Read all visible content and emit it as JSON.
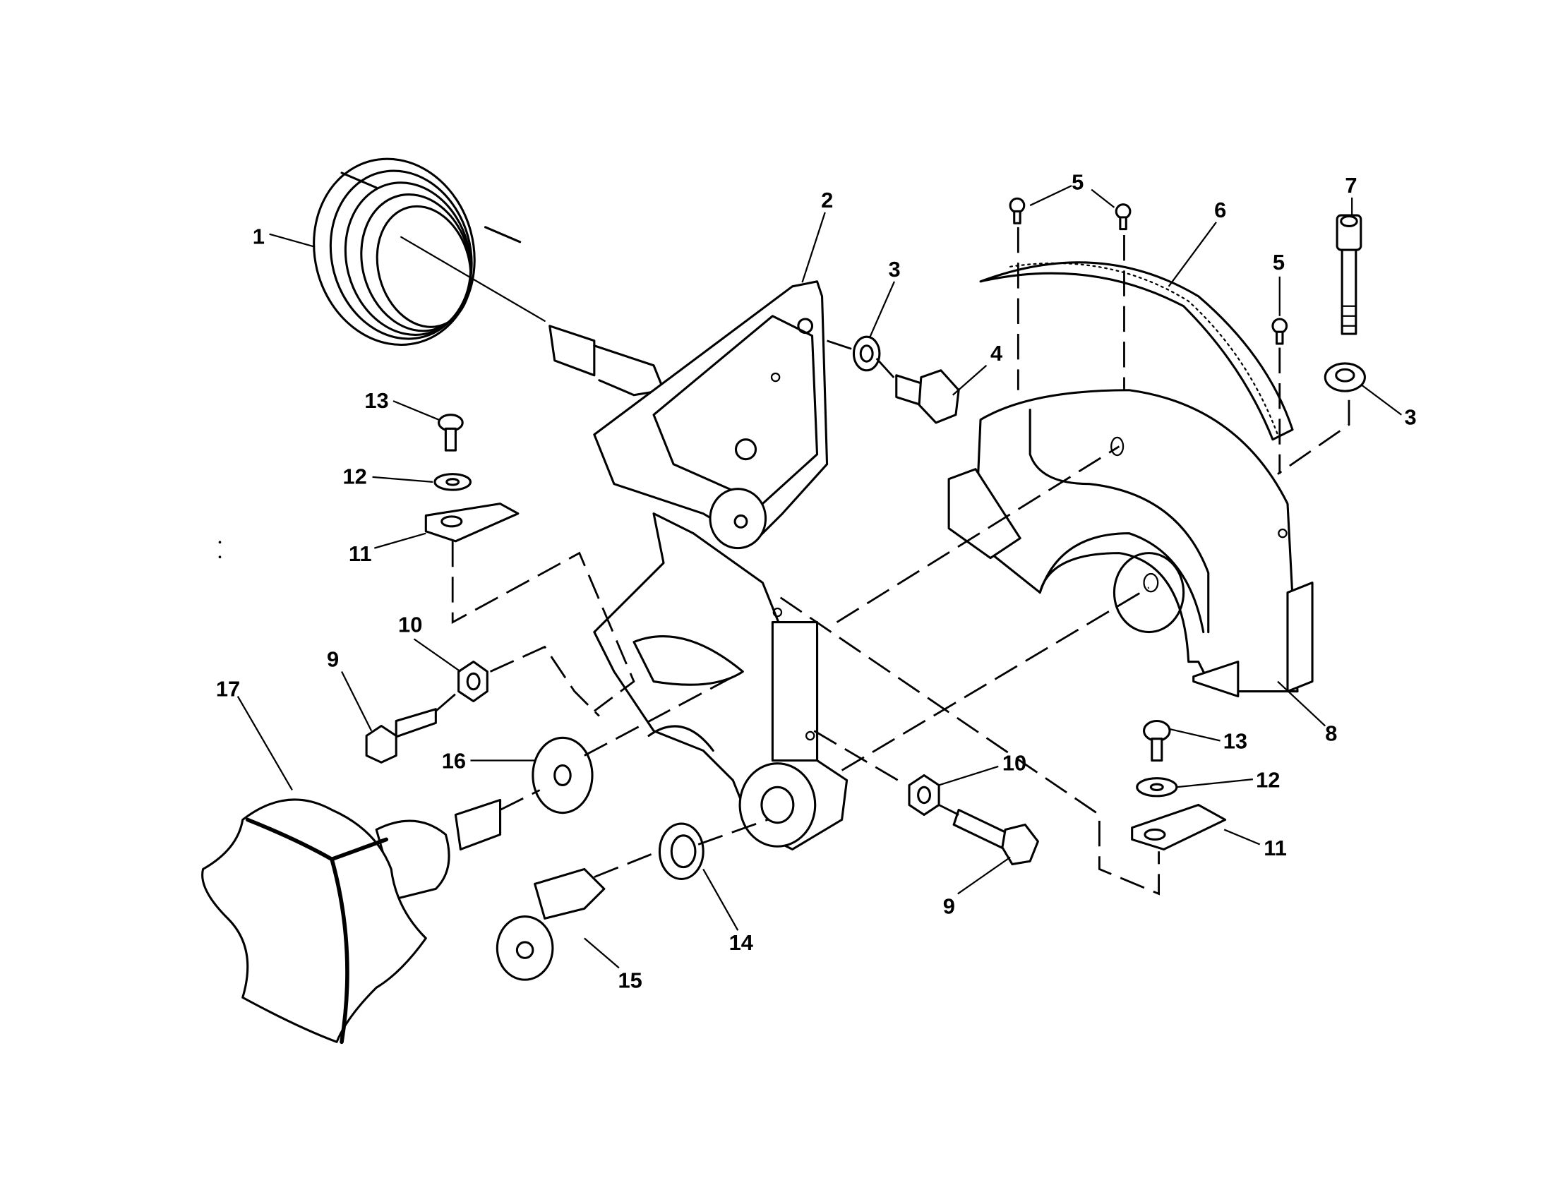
{
  "diagram": {
    "type": "exploded-parts-diagram",
    "background": "#ffffff",
    "line_color": "#000000",
    "callouts": [
      {
        "id": "c1",
        "text": "1",
        "part": "torsion-spring"
      },
      {
        "id": "c2",
        "text": "2",
        "part": "bevel-bracket"
      },
      {
        "id": "c3a",
        "text": "3",
        "part": "lock-washer"
      },
      {
        "id": "c3b",
        "text": "3",
        "part": "lock-washer"
      },
      {
        "id": "c4",
        "text": "4",
        "part": "hex-bolt"
      },
      {
        "id": "c5a",
        "text": "5",
        "part": "screw"
      },
      {
        "id": "c5b",
        "text": "5",
        "part": "screw"
      },
      {
        "id": "c6",
        "text": "6",
        "part": "bevel-scale"
      },
      {
        "id": "c7",
        "text": "7",
        "part": "socket-head-cap-screw"
      },
      {
        "id": "c8",
        "text": "8",
        "part": "bevel-support"
      },
      {
        "id": "c9a",
        "text": "9",
        "part": "hex-bolt"
      },
      {
        "id": "c9b",
        "text": "9",
        "part": "hex-bolt"
      },
      {
        "id": "c10a",
        "text": "10",
        "part": "hex-nut"
      },
      {
        "id": "c10b",
        "text": "10",
        "part": "hex-nut"
      },
      {
        "id": "c11a",
        "text": "11",
        "part": "pointer"
      },
      {
        "id": "c11b",
        "text": "11",
        "part": "pointer"
      },
      {
        "id": "c12a",
        "text": "12",
        "part": "flat-washer"
      },
      {
        "id": "c12b",
        "text": "12",
        "part": "flat-washer"
      },
      {
        "id": "c13a",
        "text": "13",
        "part": "pan-head-screw"
      },
      {
        "id": "c13b",
        "text": "13",
        "part": "pan-head-screw"
      },
      {
        "id": "c14",
        "text": "14",
        "part": "washer"
      },
      {
        "id": "c15",
        "text": "15",
        "part": "shoulder-bolt"
      },
      {
        "id": "c16",
        "text": "16",
        "part": "large-washer"
      },
      {
        "id": "c17",
        "text": "17",
        "part": "bevel-lock-knob"
      }
    ]
  }
}
